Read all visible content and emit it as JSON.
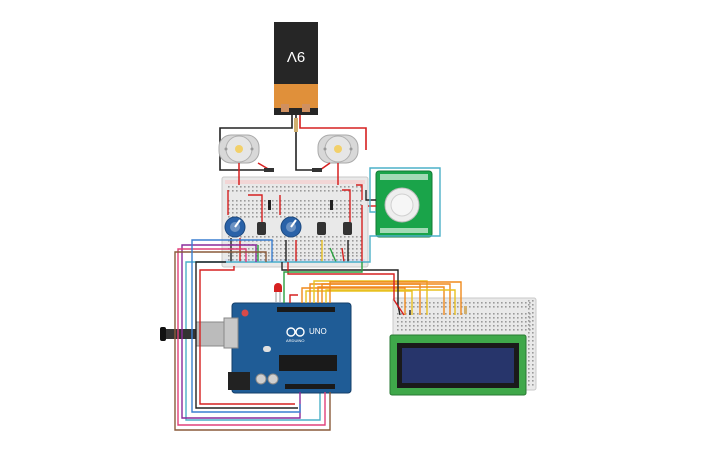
{
  "battery": {
    "label": "9V"
  },
  "arduino": {
    "brand": "ARDUINO",
    "model": "UNO"
  },
  "pir": {
    "label_left": "",
    "label_right": ""
  },
  "colors": {
    "breadboard": "#e9e9e9",
    "breadboard_border": "#c9c9c9",
    "arduino_board": "#1f5c96",
    "battery_top": "#262626",
    "battery_bottom": "#e0903a",
    "pir_board": "#1aa44a",
    "lcd_board": "#3fa84a",
    "lcd_screen": "#27356b",
    "wire_red": "#d62020",
    "wire_black": "#222222",
    "wire_orange": "#f08a1c",
    "wire_yellow": "#e8c020",
    "wire_blue": "#3a7fd0",
    "wire_purple": "#8a2a9a",
    "wire_pink": "#e0407a",
    "wire_brown": "#8a5a3a",
    "wire_green": "#2aa040",
    "wire_teal": "#4cb0c8"
  }
}
